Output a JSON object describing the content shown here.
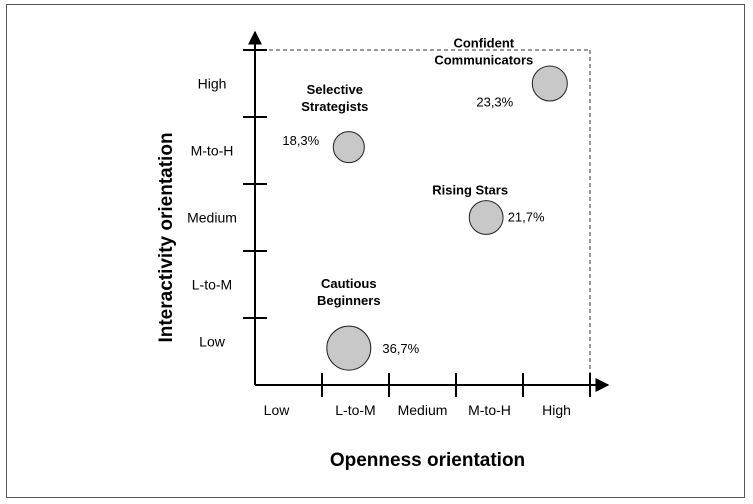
{
  "chart_data": {
    "type": "scatter",
    "title": "",
    "xlabel": "Openness orientation",
    "ylabel": "Interactivity orientation",
    "x_categories": [
      "Low",
      "L-to-M",
      "Medium",
      "M-to-H",
      "High"
    ],
    "y_categories": [
      "Low",
      "L-to-M",
      "Medium",
      "M-to-H",
      "High"
    ],
    "xlim": [
      0,
      5
    ],
    "ylim": [
      0,
      5
    ],
    "grid": false,
    "bubble_size_by": "share",
    "points": [
      {
        "name_lines": [
          "Cautious",
          "Beginners"
        ],
        "share_label": "36,7%",
        "share": 36.7,
        "x": 1.4,
        "y": 0.55
      },
      {
        "name_lines": [
          "Selective",
          "Strategists"
        ],
        "share_label": "18,3%",
        "share": 18.3,
        "x": 1.4,
        "y": 3.55
      },
      {
        "name_lines": [
          "Rising Stars"
        ],
        "share_label": "21,7%",
        "share": 21.7,
        "x": 3.45,
        "y": 2.5
      },
      {
        "name_lines": [
          "Confident",
          "Communicators"
        ],
        "share_label": "23,3%",
        "share": 23.3,
        "x": 4.4,
        "y": 4.5
      }
    ],
    "colors": {
      "bubble_fill": "#c8c8c8",
      "bubble_stroke": "#222222",
      "axis": "#000000",
      "border": "#555555"
    }
  }
}
